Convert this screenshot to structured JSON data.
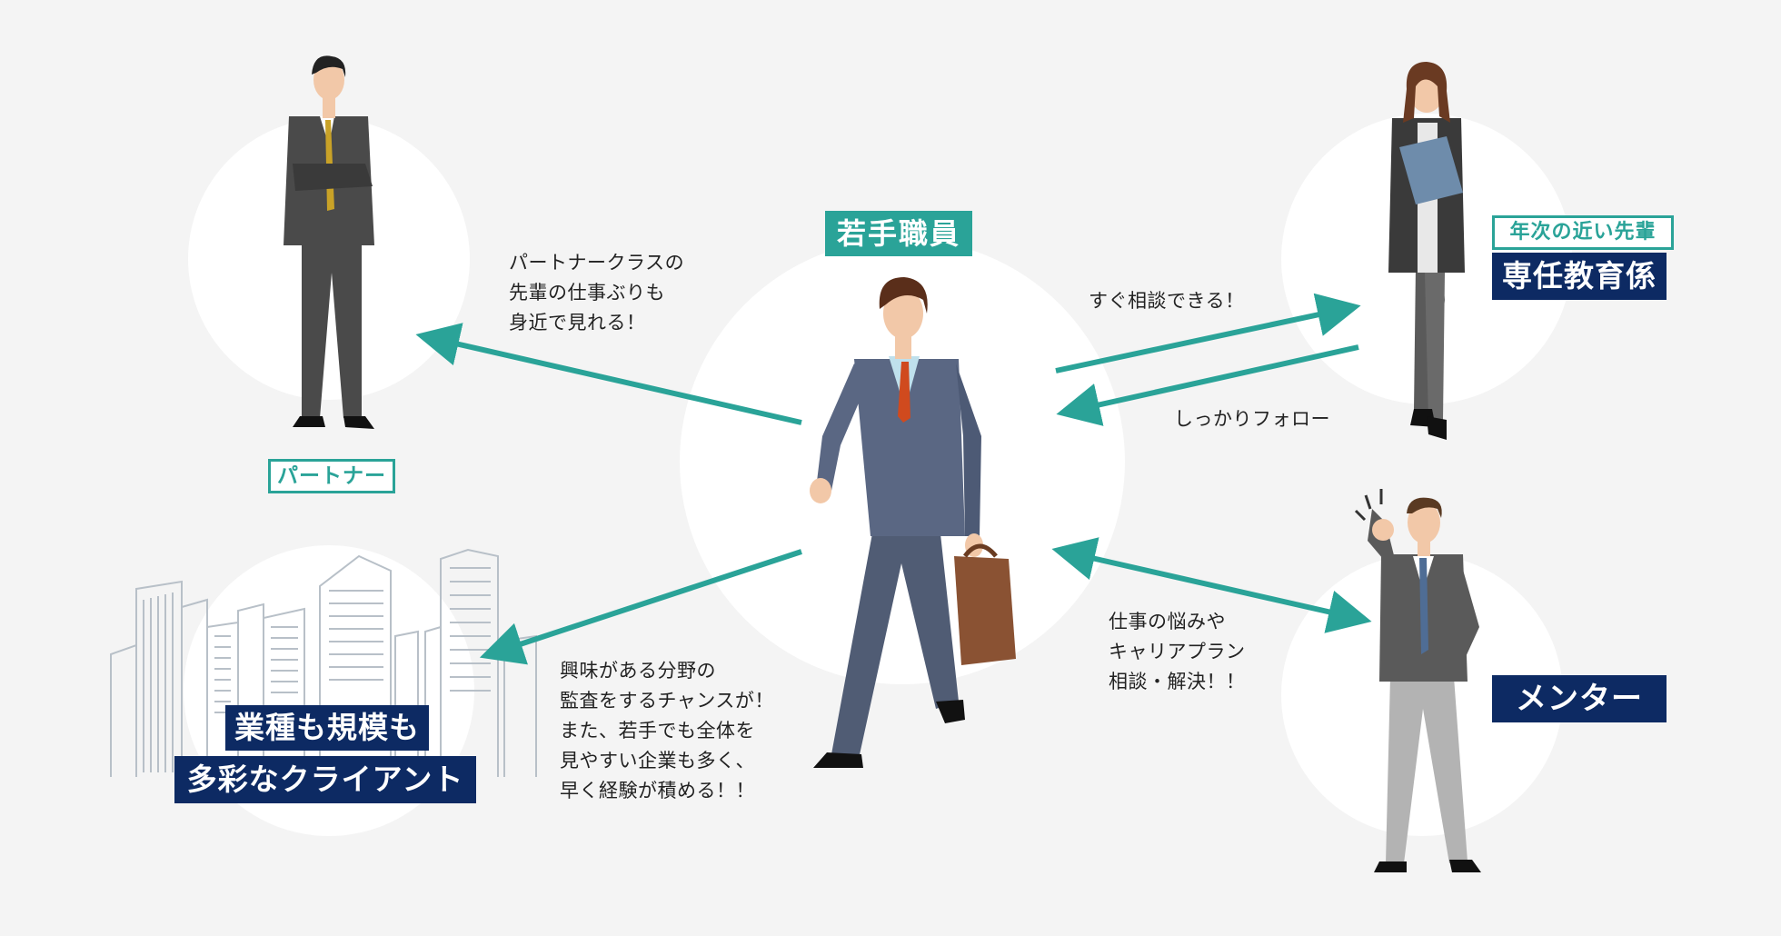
{
  "center": {
    "label": "若手職員"
  },
  "partner": {
    "label": "パートナー"
  },
  "partner_note": {
    "lines": [
      "パートナークラスの",
      "先輩の仕事ぶりも",
      "身近で見れる！"
    ]
  },
  "senior": {
    "small_label": "年次の近い先輩",
    "big_label": "専任教育係"
  },
  "consult_note": {
    "text": "すぐ相談できる！"
  },
  "follow_note": {
    "text": "しっかりフォロー"
  },
  "mentor": {
    "label": "メンター"
  },
  "mentor_note": {
    "lines": [
      "仕事の悩みや",
      "キャリアプラン",
      "相談・解決！！"
    ]
  },
  "clients": {
    "lines": [
      "業種も規模も",
      "多彩なクライアント"
    ]
  },
  "clients_note": {
    "lines": [
      "興味がある分野の",
      "監査をするチャンスが！",
      "また、若手でも全体を",
      "見やすい企業も多く、",
      "早く経験が積める！！"
    ]
  },
  "colors": {
    "teal": "#2aa398",
    "navy": "#0d2a63",
    "circle": "#ffffff",
    "background": "#f4f4f4"
  }
}
